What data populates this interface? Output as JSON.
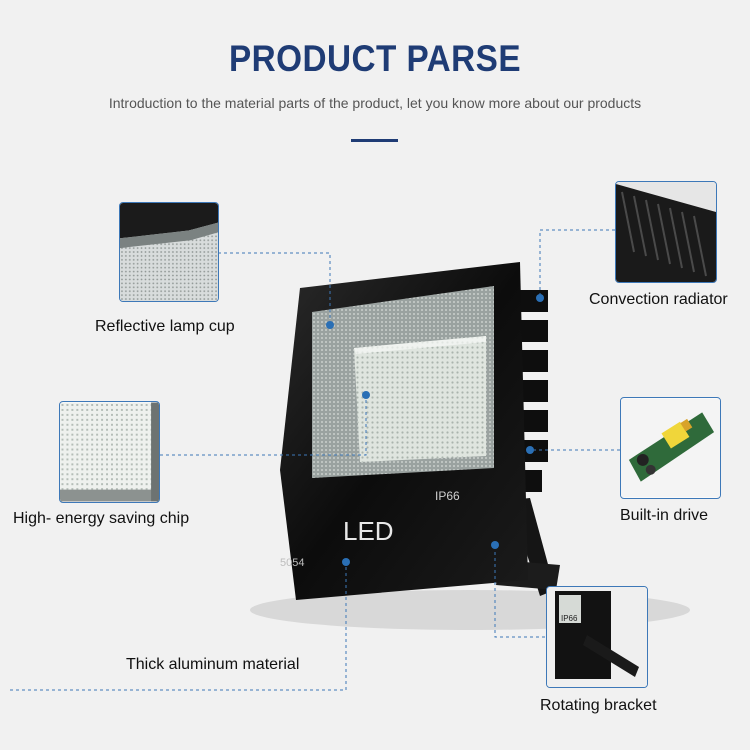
{
  "header": {
    "title": "PRODUCT PARSE",
    "subtitle": "Introduction to the material parts of the product, let you know more about our products"
  },
  "lamp": {
    "brand_text": "LED",
    "rating_text": "IP66",
    "chip_model": "5054",
    "mini_rating_text": "IP66"
  },
  "callouts": {
    "reflective_cup": "Reflective lamp cup",
    "saving_chip": "High- energy saving chip",
    "aluminum": "Thick aluminum material",
    "radiator": "Convection radiator",
    "drive": "Built-in drive",
    "bracket": "Rotating bracket"
  },
  "colors": {
    "title": "#1f3c75",
    "accent_line": "#3d78b8",
    "lamp_body": "#111111"
  }
}
